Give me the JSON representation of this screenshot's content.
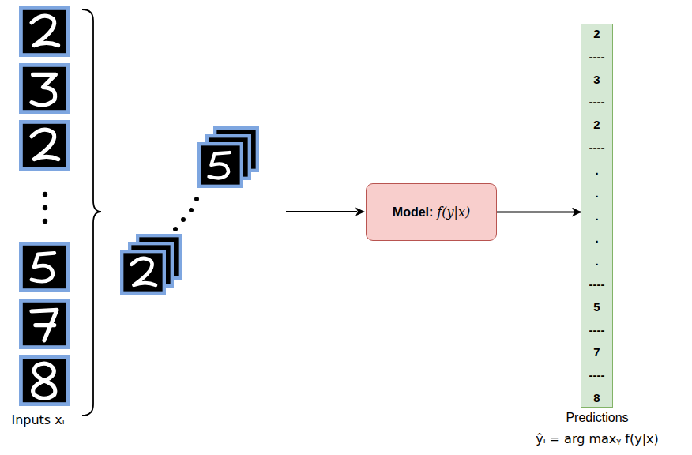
{
  "diagram": {
    "nodes": [
      {
        "text": [
          "Model:",
          "f(y|x)"
        ]
      },
      {
        "text": [
          "2",
          "----",
          "3",
          "----",
          "2",
          "----",
          ".",
          ".",
          ".",
          ".",
          ".",
          "----",
          "5",
          "----",
          "7",
          "----",
          "8"
        ]
      }
    ],
    "edges": [
      {
        "from": 0,
        "to": 1,
        "arrow": "to"
      }
    ],
    "labels": [
      "Inputs xᵢ",
      "Predictions",
      "ŷᵢ = arg maxᵧ f(y|x)"
    ]
  }
}
